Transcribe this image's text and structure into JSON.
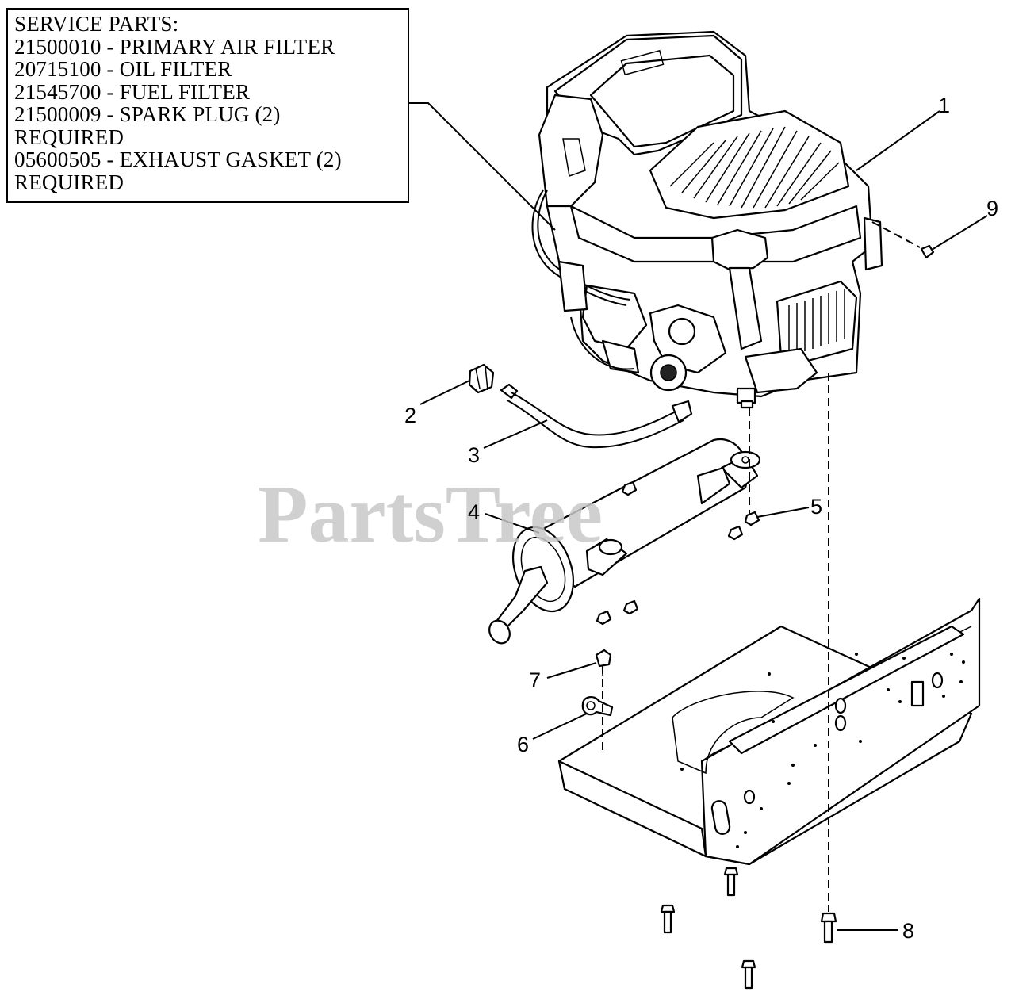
{
  "service_parts": {
    "lines": [
      "SERVICE PARTS:",
      "21500010 - PRIMARY AIR FILTER",
      "20715100 - OIL FILTER",
      "21545700 - FUEL FILTER",
      "21500009 - SPARK PLUG (2)",
      "REQUIRED",
      "05600505 - EXHAUST GASKET (2)",
      "REQUIRED"
    ]
  },
  "watermark": "PartsTree",
  "callouts": [
    "1",
    "2",
    "3",
    "4",
    "5",
    "6",
    "7",
    "8",
    "9"
  ],
  "colors": {
    "line": "#000000",
    "background": "#ffffff",
    "watermark": "#c8c8c8"
  }
}
